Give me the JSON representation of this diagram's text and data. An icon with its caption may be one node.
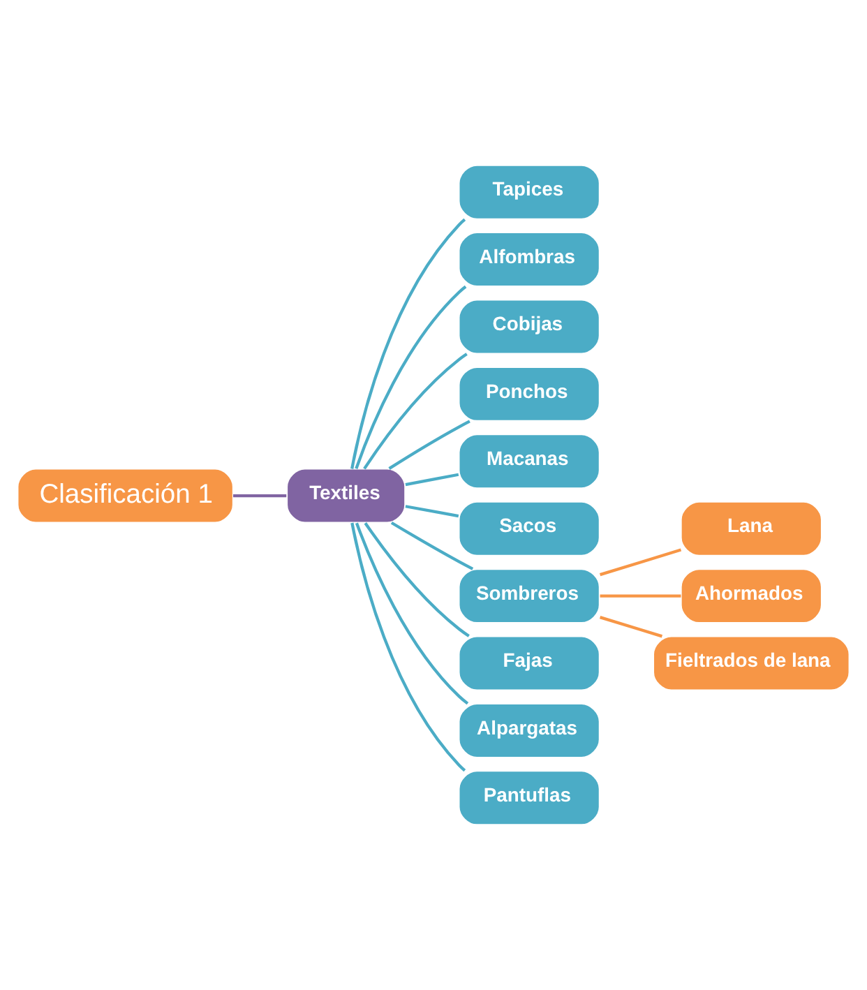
{
  "diagram": {
    "nodes": [
      {
        "text": [
          "Clasificación 1"
        ]
      },
      {
        "text": [
          "Textiles"
        ]
      },
      {
        "text": [
          "Tapices"
        ]
      },
      {
        "text": [
          "Alfombras"
        ]
      },
      {
        "text": [
          "Cobijas"
        ]
      },
      {
        "text": [
          "Ponchos"
        ]
      },
      {
        "text": [
          "Macanas"
        ]
      },
      {
        "text": [
          "Sacos"
        ]
      },
      {
        "text": [
          "Sombreros"
        ]
      },
      {
        "text": [
          "Fajas"
        ]
      },
      {
        "text": [
          "Alpargatas"
        ]
      },
      {
        "text": [
          "Pantuflas"
        ]
      },
      {
        "text": [
          "Lana"
        ]
      },
      {
        "text": [
          "Ahormados"
        ]
      },
      {
        "text": [
          "Fieltrados de lana"
        ]
      }
    ],
    "edges": [
      {
        "from": 0,
        "to": 1,
        "arrow": "none",
        "color": "#8064a2"
      },
      {
        "from": 1,
        "to": 2,
        "arrow": "none"
      },
      {
        "from": 1,
        "to": 3,
        "arrow": "none"
      },
      {
        "from": 1,
        "to": 4,
        "arrow": "none"
      },
      {
        "from": 1,
        "to": 5,
        "arrow": "none"
      },
      {
        "from": 1,
        "to": 6,
        "arrow": "none"
      },
      {
        "from": 1,
        "to": 7,
        "arrow": "none"
      },
      {
        "from": 1,
        "to": 8,
        "arrow": "none"
      },
      {
        "from": 1,
        "to": 9,
        "arrow": "none"
      },
      {
        "from": 1,
        "to": 10,
        "arrow": "none"
      },
      {
        "from": 1,
        "to": 11,
        "arrow": "none"
      },
      {
        "from": 8,
        "to": 12,
        "arrow": "none",
        "color": "#f79646"
      },
      {
        "from": 8,
        "to": 13,
        "arrow": "none",
        "color": "#f79646"
      },
      {
        "from": 8,
        "to": 14,
        "arrow": "none",
        "color": "#f79646"
      }
    ]
  }
}
